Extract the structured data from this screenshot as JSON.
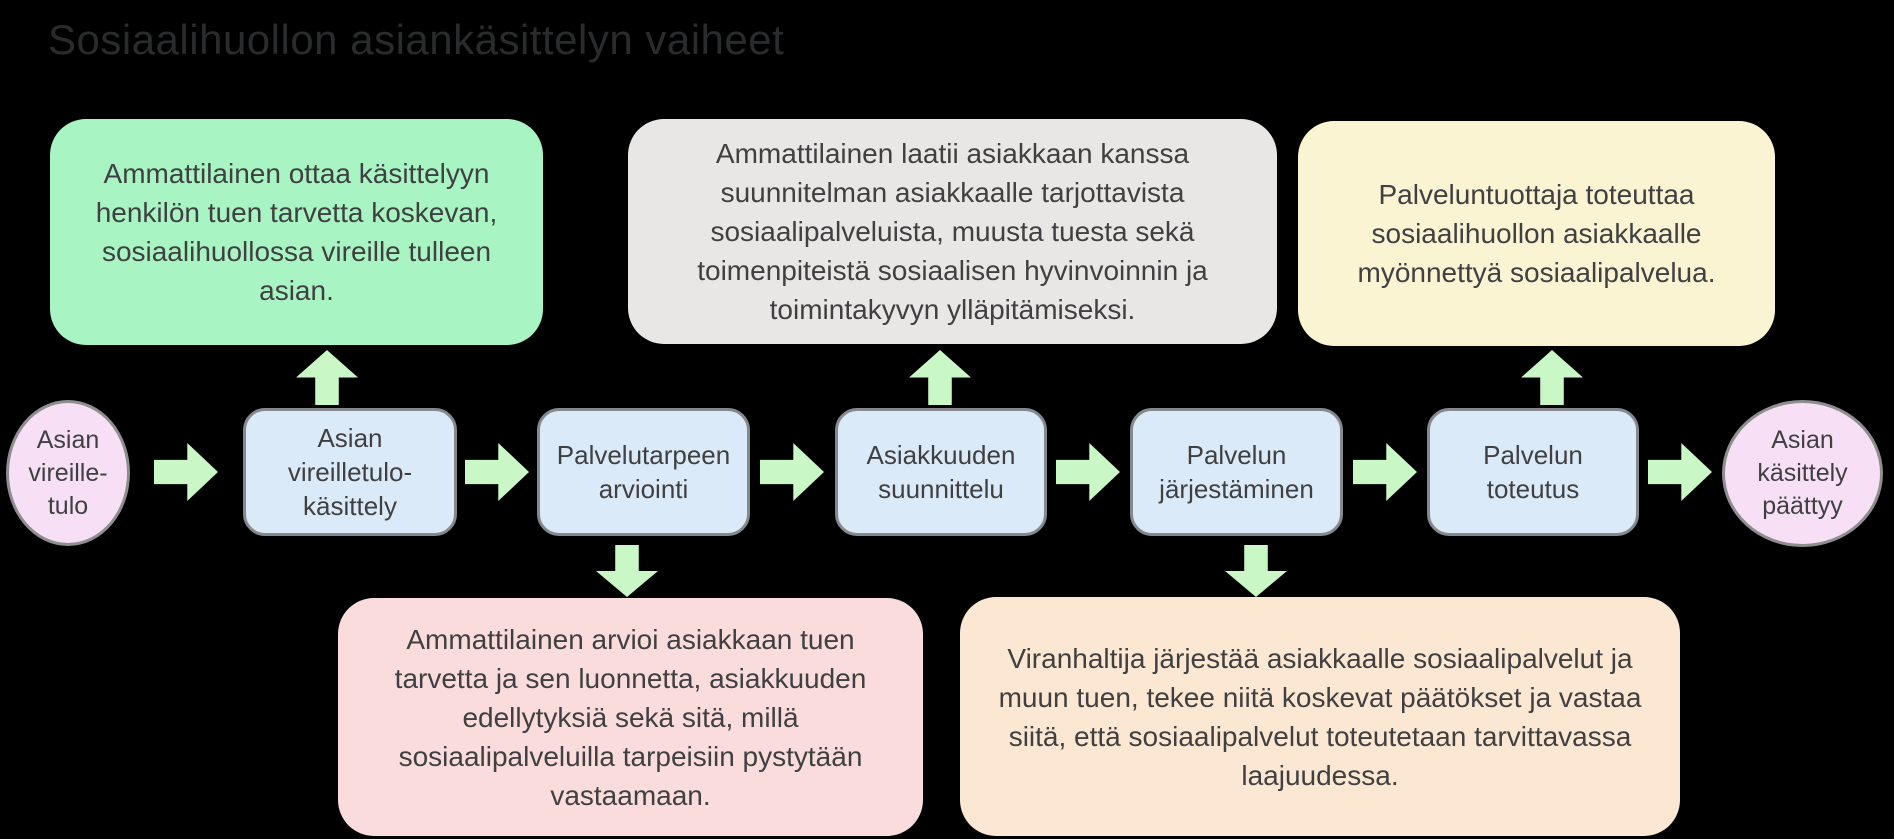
{
  "title": "Sosiaalihuollon asiankäsittelyn vaiheet",
  "flow": {
    "start_label": "Asian vireille-tulo",
    "steps": [
      {
        "label": "Asian vireilletulo-käsittely"
      },
      {
        "label": "Palvelutarpeen arviointi"
      },
      {
        "label": "Asiakkuuden suunnittelu"
      },
      {
        "label": "Palvelun järjestäminen"
      },
      {
        "label": "Palvelun toteutus"
      }
    ],
    "end_label": "Asian käsittely päättyy"
  },
  "notes": {
    "vireilletulo": {
      "text": "Ammattilainen ottaa käsittelyyn henkilön tuen tarvetta koskevan, sosiaalihuollossa vireille tulleen asian."
    },
    "suunnittelu": {
      "text": "Ammattilainen laatii asiakkaan kanssa suunnitelman asiakkaalle tarjottavista sosiaalipalveluista, muusta tuesta sekä toimenpiteistä sosiaalisen hyvinvoinnin ja toimintakyvyn ylläpitämiseksi."
    },
    "toteutus": {
      "text": "Palveluntuottaja toteuttaa sosiaalihuollon asiakkaalle myönnettyä sosiaalipalvelua."
    },
    "arviointi": {
      "text": "Ammattilainen arvioi asiakkaan tuen tarvetta ja sen luonnetta, asiakkuuden edellytyksiä sekä sitä, millä sosiaalipalveluilla tarpeisiin pystytään vastaamaan."
    },
    "jarjestaminen": {
      "text": "Viranhaltija järjestää asiakkaalle sosiaalipalvelut ja muun tuen, tekee niitä koskevat päätökset ja vastaa siitä, että sosiaalipalvelut toteutetaan tarvittavassa laajuudessa."
    }
  },
  "colors": {
    "background": "#000000",
    "note_green": "#a8f5c3",
    "note_gray": "#e8e7e5",
    "note_yellow": "#faf4d3",
    "note_pink": "#fadcdc",
    "note_orange": "#fce7d2",
    "step_fill": "#dbeaf8",
    "step_border": "#85888c",
    "terminal_fill": "#f7dff5",
    "terminal_border": "#8e8e8e",
    "arrow": "#c9f7c5",
    "text": "#404042",
    "title_text": "#2a2b2c"
  }
}
